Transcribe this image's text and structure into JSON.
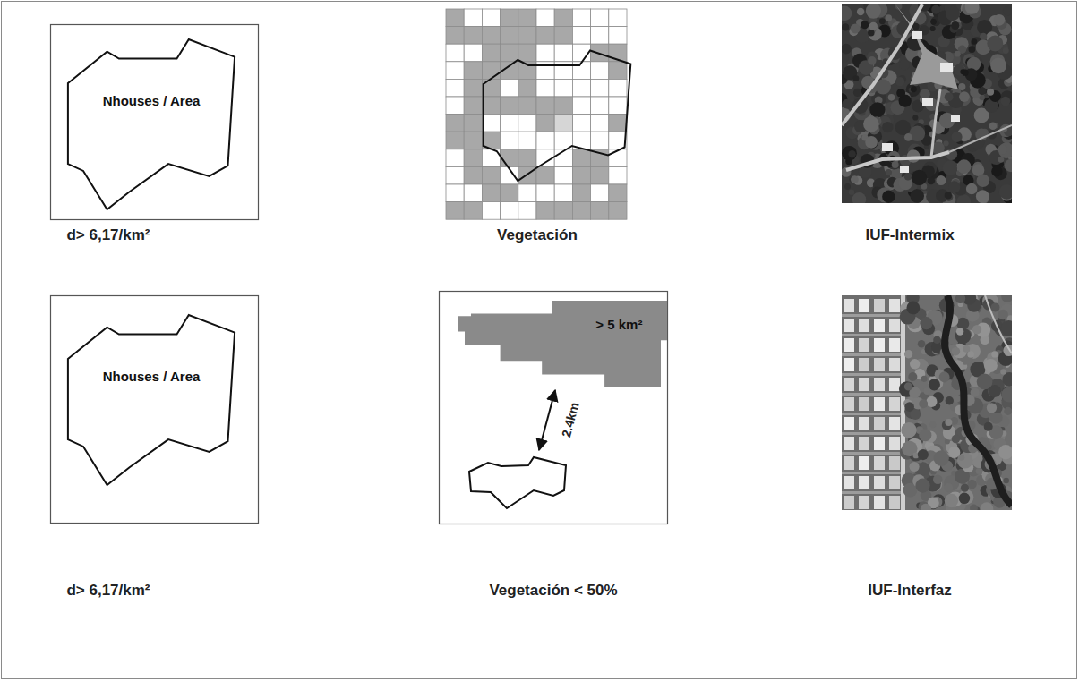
{
  "diagram": {
    "nodes": [
      {
        "text": [
          "Nhouses / Area"
        ]
      },
      {
        "text": [
          "Nhouses / Area"
        ]
      },
      {
        "text": [
          "> 5 km²"
        ]
      }
    ],
    "labels": [
      "d> 6,17/km²",
      "Vegetación",
      "IUF-Intermix",
      "2.4km",
      "d> 6,17/km²",
      "Vegetación < 50%",
      "IUF-Interfaz"
    ]
  }
}
